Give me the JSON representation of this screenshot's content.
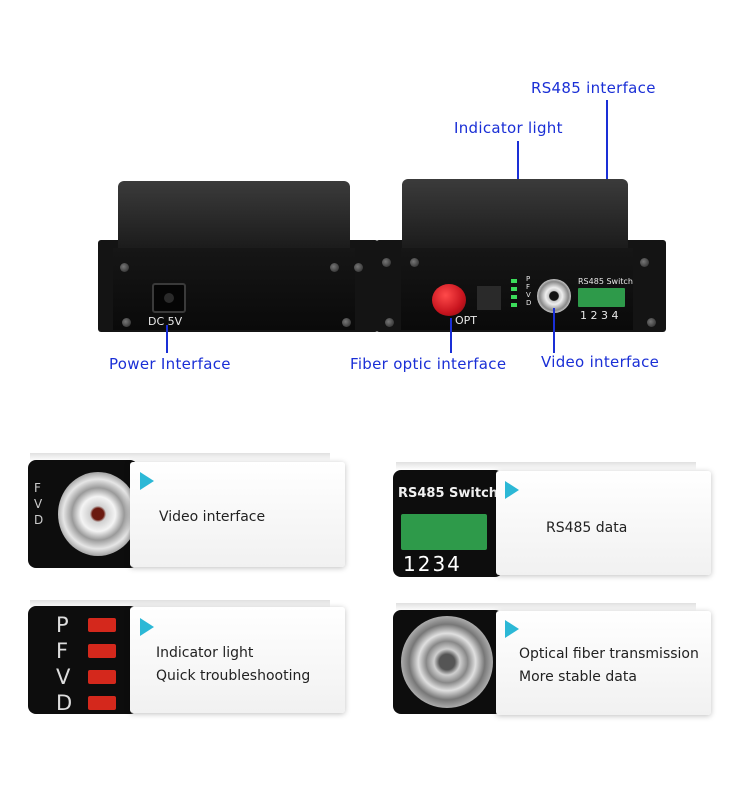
{
  "callouts": {
    "rs485": "RS485 interface",
    "indicator": "Indicator light",
    "power": "Power Interface",
    "fiber": "Fiber optic interface",
    "video": "Video interface"
  },
  "device_labels": {
    "dc": "DC 5V",
    "opt": "OPT",
    "rs485_switch": "RS485 Switch",
    "terminals": "1 2 3 4",
    "leds": [
      "P",
      "F",
      "V",
      "D"
    ]
  },
  "features": [
    {
      "lines": [
        "Video interface"
      ]
    },
    {
      "lines": [
        "RS485 data"
      ]
    },
    {
      "lines": [
        "Indicator light",
        "Quick troubleshooting"
      ]
    },
    {
      "lines": [
        "Optical fiber transmission",
        "More stable data"
      ]
    }
  ],
  "photo_labels": {
    "rs485_switch": "RS485 Switch",
    "terminals": "1234",
    "leds": [
      "P",
      "F",
      "V",
      "D"
    ]
  },
  "colors": {
    "callout_blue": "#1a2fd6",
    "accent_cyan": "#2cb8d6",
    "fiber_red": "#c8141e",
    "terminal_green": "#2e9a4a"
  }
}
